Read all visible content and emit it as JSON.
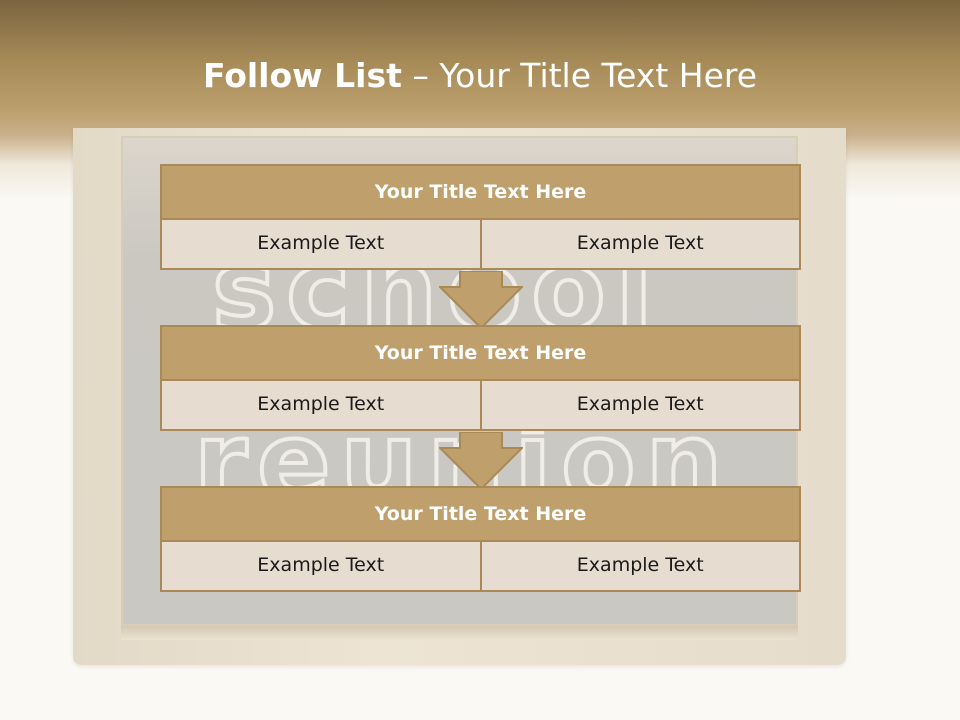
{
  "slide": {
    "title_bold": "Follow List",
    "title_rest": " – Your Title Text Here"
  },
  "chalkboard": {
    "line1": "school",
    "line2": "reunion"
  },
  "blocks": [
    {
      "title": "Your Title Text Here",
      "left": "Example Text",
      "right": "Example Text"
    },
    {
      "title": "Your Title Text Here",
      "left": "Example Text",
      "right": "Example Text"
    },
    {
      "title": "Your Title Text Here",
      "left": "Example Text",
      "right": "Example Text"
    }
  ],
  "colors": {
    "title_fill": "#bf9f6c",
    "border": "#a98a56",
    "cell_fill": "#e7dcd0",
    "header_top": "#7b6540"
  }
}
